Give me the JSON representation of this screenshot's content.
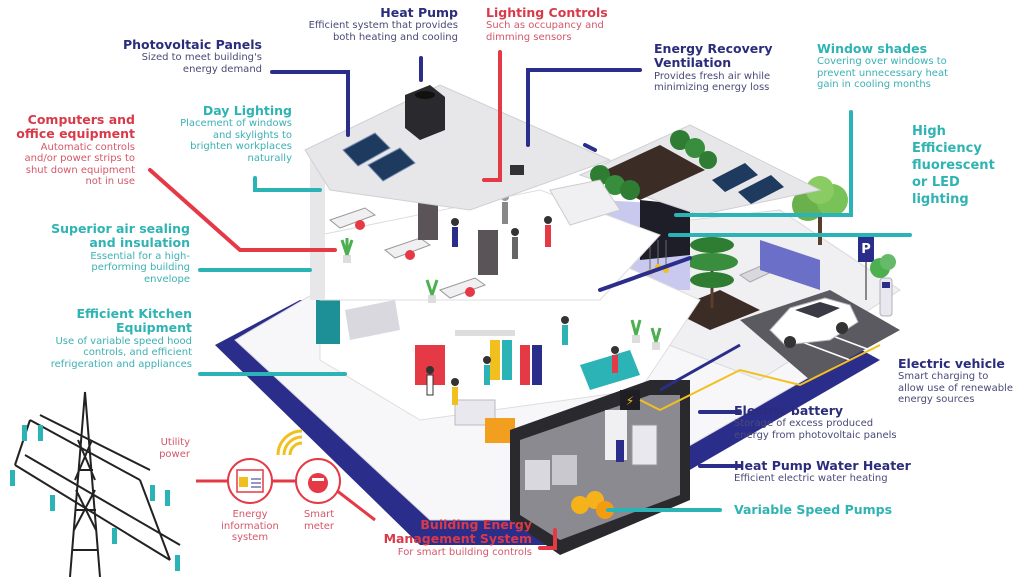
{
  "colors": {
    "navy": "#2b2d8a",
    "red": "#e53946",
    "teal": "#2bb3b5",
    "yellow": "#f2c01e",
    "roof": "#e7e7ea",
    "floor": "#ffffff",
    "lilac": "#c9c8ef"
  },
  "labels": {
    "photovoltaic": {
      "title": "Photovoltaic Panels",
      "desc": [
        "Sized to meet building's",
        "energy demand"
      ]
    },
    "heat_pump": {
      "title": "Heat Pump",
      "desc": [
        "Efficient system that provides",
        "both heating and cooling"
      ]
    },
    "lighting_controls": {
      "title": "Lighting Controls",
      "desc": [
        "Such as occupancy and",
        "dimming sensors"
      ]
    },
    "erv": {
      "title": "Energy Recovery Ventilation",
      "title_lines": [
        "Energy Recovery",
        "Ventilation"
      ],
      "desc": [
        "Provides fresh air while",
        "minimizing energy loss"
      ]
    },
    "window_shades": {
      "title": "Window shades",
      "desc": [
        "Covering over windows to",
        "prevent unnecessary heat",
        "gain in cooling months"
      ]
    },
    "high_efficiency": {
      "title_lines": [
        "High",
        "Efficiency",
        "fluorescent",
        "or LED",
        "lighting"
      ]
    },
    "computers": {
      "title_lines": [
        "Computers and",
        "office equipment"
      ],
      "desc": [
        "Automatic controls",
        "and/or power strips to",
        "shut down equipment",
        "not in use"
      ]
    },
    "day_lighting": {
      "title": "Day Lighting",
      "desc": [
        "Placement of windows",
        "and skylights to",
        "brighten workplaces",
        "naturally"
      ]
    },
    "air_sealing": {
      "title_lines": [
        "Superior air sealing",
        "and insulation"
      ],
      "desc": [
        "Essential for a high-",
        "performing building",
        "envelope"
      ]
    },
    "kitchen": {
      "title_lines": [
        "Efficient Kitchen",
        "Equipment"
      ],
      "desc": [
        "Use of variable speed hood",
        "controls, and efficient",
        "refrigeration and appliances"
      ]
    },
    "electric_vehicle": {
      "title": "Electric vehicle",
      "desc": [
        "Smart charging to",
        "allow use of renewable",
        "energy sources"
      ]
    },
    "battery": {
      "title": "Electric battery",
      "desc": [
        "Storage of excess produced",
        "energy from photovoltaic panels"
      ]
    },
    "hpwh": {
      "title": "Heat Pump Water Heater",
      "desc": [
        "Efficient electric water heating"
      ]
    },
    "pumps": {
      "title": "Variable Speed Pumps"
    },
    "bems": {
      "title_lines": [
        "Building Energy",
        "Management System"
      ],
      "desc": [
        "For smart building controls"
      ]
    },
    "utility": {
      "lines": [
        "Utility",
        "power"
      ]
    },
    "eis": {
      "lines": [
        "Energy",
        "information",
        "system"
      ]
    },
    "smart_meter": {
      "lines": [
        "Smart",
        "meter"
      ]
    }
  },
  "icons": [
    "transmission-tower-icon",
    "energy-info-system-icon",
    "smart-meter-icon",
    "wifi-signal-icon",
    "solar-panel-icon",
    "heat-pump-unit-icon",
    "ev-charger-icon",
    "parking-sign-icon",
    "battery-icon",
    "tree-icon"
  ],
  "parking_sign": "P"
}
